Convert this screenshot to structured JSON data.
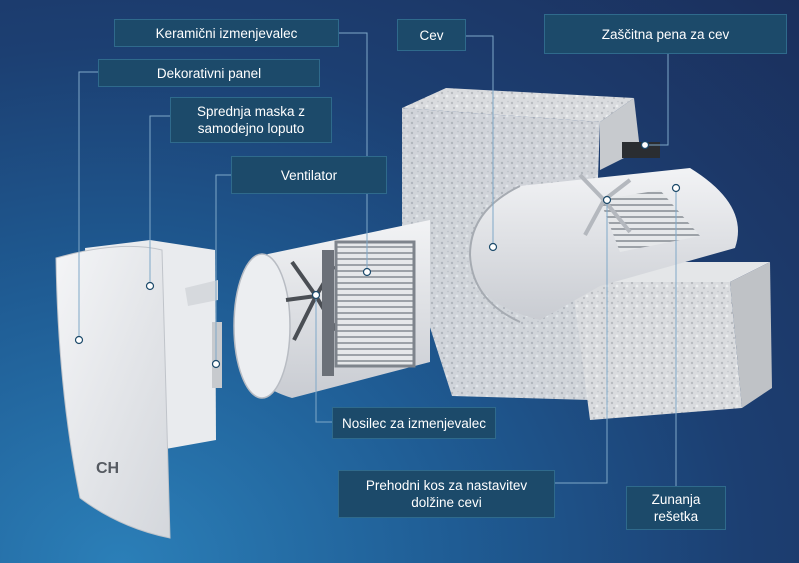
{
  "labels": {
    "ceramic_exchanger": "Keramični izmenjevalec",
    "decorative_panel": "Dekorativni panel",
    "front_mask_line1": "Sprednja maska z",
    "front_mask_line2": "samodejno loputo",
    "fan": "Ventilator",
    "pipe": "Cev",
    "protective_foam": "Zaščitna pena za cev",
    "exchanger_holder": "Nosilec za izmenjevalec",
    "transition_line1": "Prehodni kos za nastavitev",
    "transition_line2": "dolžine cevi",
    "outer_grille_line1": "Zunanja",
    "outer_grille_line2": "rešetka"
  },
  "logo_text": "CH",
  "colors": {
    "label_bg": "#1c4a6a",
    "leader_line": "#7fa8c8",
    "background_dark": "#1b2f5c",
    "background_light": "#2b7fb8"
  }
}
